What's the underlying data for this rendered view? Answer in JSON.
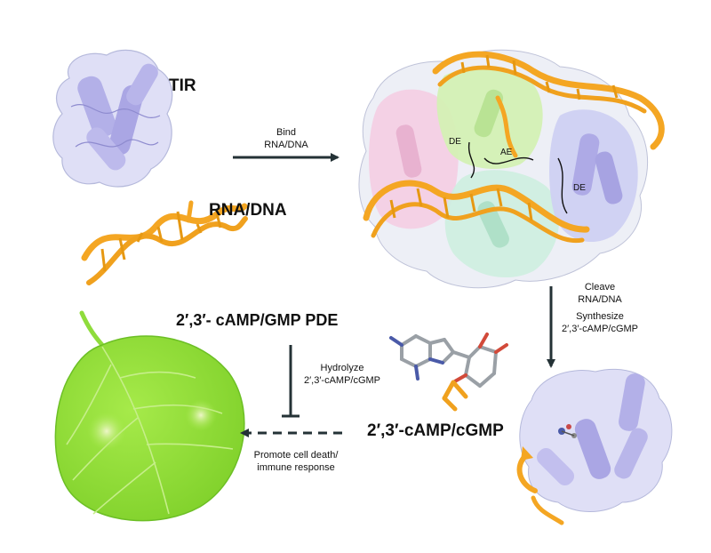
{
  "labels": {
    "tir": "TIR",
    "rna_dna": "RNA/DNA",
    "bind_line1": "Bind",
    "bind_line2": "RNA/DNA",
    "de_left": "DE",
    "ae": "AE",
    "de_right": "DE",
    "cleave_line1": "Cleave",
    "cleave_line2": "RNA/DNA",
    "synth_line1": "Synthesize",
    "synth_line2": "2′,3′-cAMP/cGMP",
    "pde": "2′,3′- cAMP/GMP PDE",
    "hydro_line1": "Hydrolyze",
    "hydro_line2": "2′,3′-cAMP/cGMP",
    "camp": "2′,3′-cAMP/cGMP",
    "promote_line1": "Promote cell death/",
    "promote_line2": "immune response"
  },
  "colors": {
    "protein_purple": "#c9c8ef",
    "protein_purple_dark": "#a9a6e2",
    "dna_orange": "#f4a623",
    "dna_orange_dark": "#e08d10",
    "pink": "#f2c7de",
    "green": "#d4f0b4",
    "mint": "#c9efdc",
    "leaf_green": "#98e23a",
    "leaf_dark": "#64b81e",
    "arrow": "#243236"
  }
}
